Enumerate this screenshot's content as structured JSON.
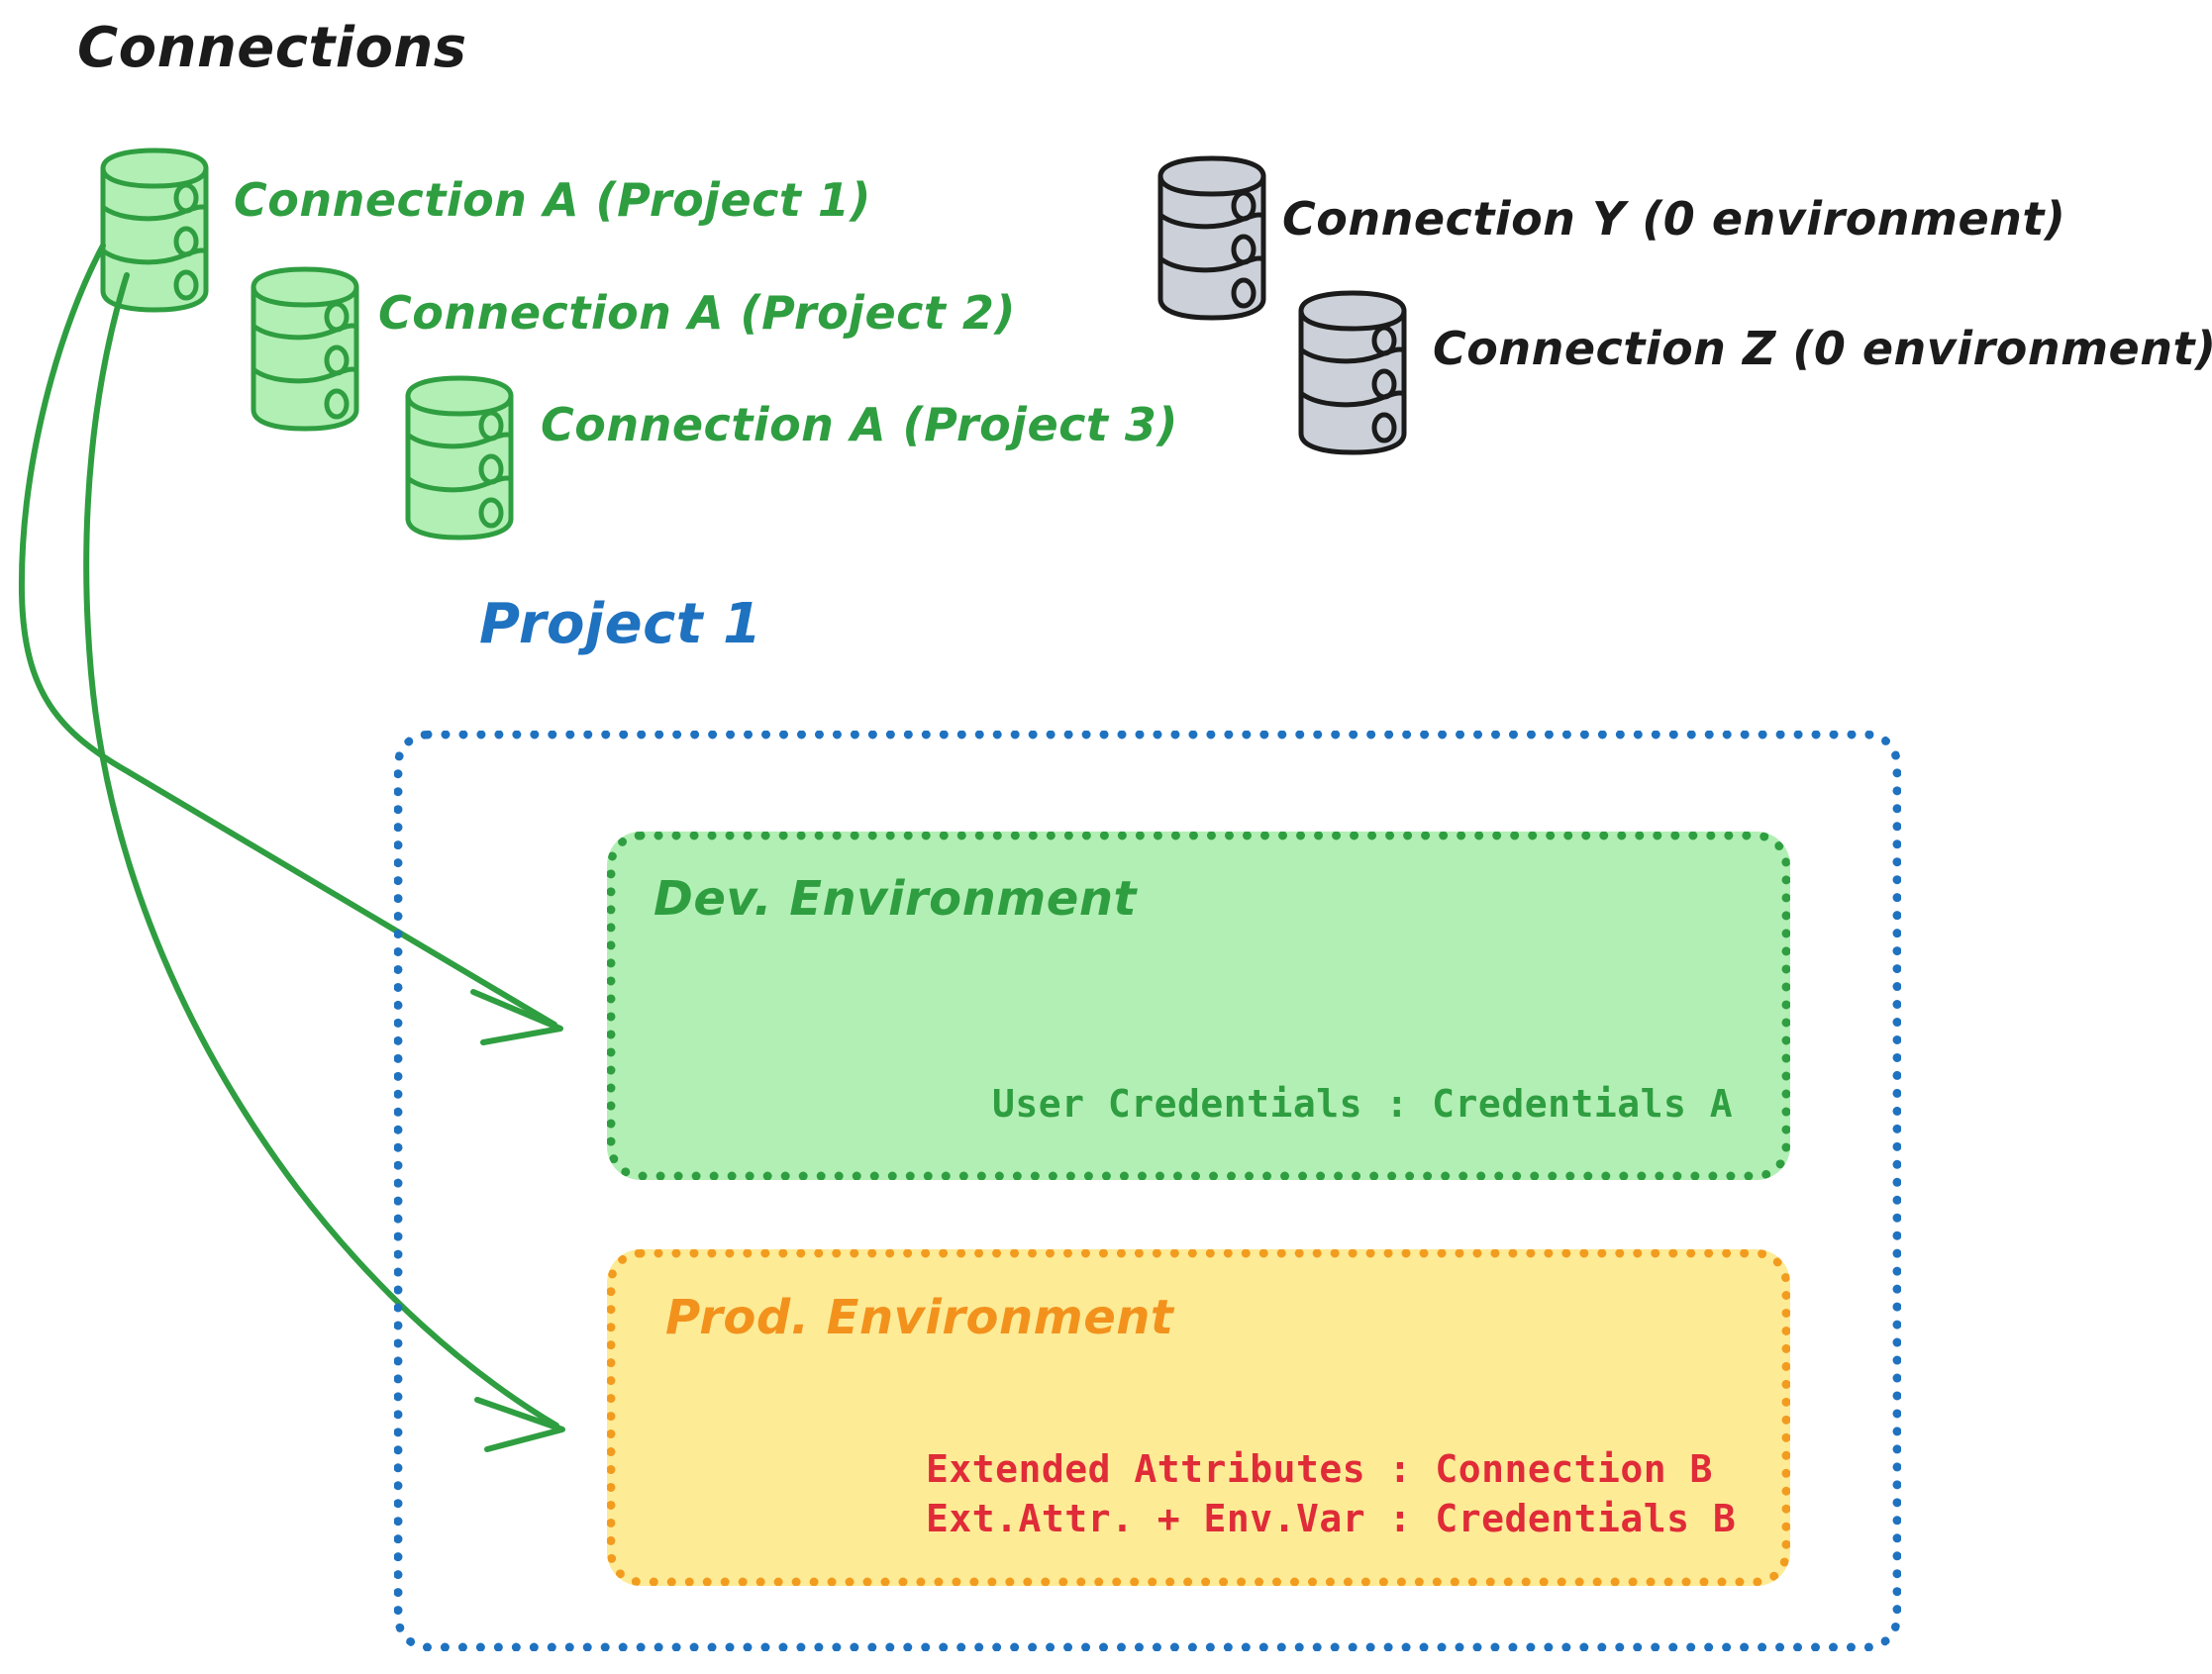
{
  "diagram": {
    "title": "Connections",
    "connections": [
      {
        "id": "conn-a-p1",
        "label": "Connection A (Project 1)",
        "color": "#2f9e41",
        "icon": "database-icon",
        "state": "assigned"
      },
      {
        "id": "conn-a-p2",
        "label": "Connection A (Project 2)",
        "color": "#2f9e41",
        "icon": "database-icon",
        "state": "assigned"
      },
      {
        "id": "conn-a-p3",
        "label": "Connection A (Project 3)",
        "color": "#2f9e41",
        "icon": "database-icon",
        "state": "assigned"
      },
      {
        "id": "conn-y",
        "label": "Connection Y (0 environment)",
        "color": "#1b1b1b",
        "icon": "database-icon",
        "state": "unassigned"
      },
      {
        "id": "conn-z",
        "label": "Connection Z (0 environment)",
        "color": "#1b1b1b",
        "icon": "database-icon",
        "state": "unassigned"
      }
    ],
    "project": {
      "title": "Project 1",
      "color": "#1f72c0",
      "environments": [
        {
          "id": "dev",
          "title": "Dev. Environment",
          "fill": "#b2efb4",
          "stroke": "#2f9e41",
          "text_color": "#2f9e41",
          "lines": [
            "User Credentials : Credentials A"
          ]
        },
        {
          "id": "prod",
          "title": "Prod. Environment",
          "fill": "#fdeb96",
          "stroke": "#f29c1f",
          "text_color": "#f2921d",
          "lines": [
            "Extended Attributes : Connection B",
            "Ext.Attr. + Env.Var : Credentials B"
          ],
          "line_color": "#e02b38"
        }
      ]
    },
    "arrows": [
      {
        "id": "arrow-to-dev",
        "from": "conn-a-p1",
        "to": "dev",
        "color": "#2f9e41"
      },
      {
        "id": "arrow-to-prod",
        "from": "conn-a-p1",
        "to": "prod",
        "color": "#2f9e41"
      }
    ]
  }
}
